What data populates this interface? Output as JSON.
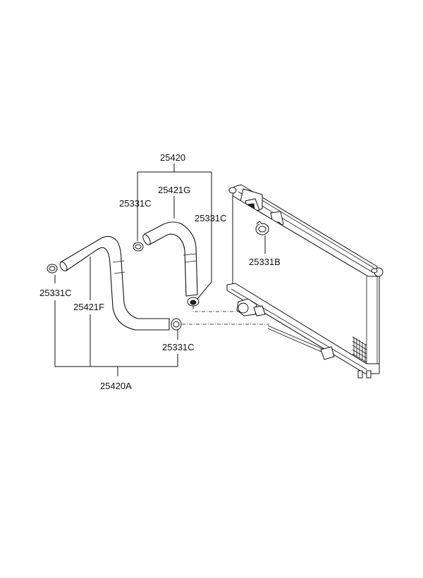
{
  "labels": {
    "assy_upper": "25420",
    "hose_upper": "25421G",
    "clamp_upper_left": "25331C",
    "clamp_upper_right": "25331C",
    "clamp_radiator": "25331B",
    "clamp_lower_left": "25331C",
    "hose_lower": "25421F",
    "clamp_lower_right": "25331C",
    "assy_lower": "25420A"
  },
  "colors": {
    "line": "#111111",
    "background": "#ffffff"
  }
}
